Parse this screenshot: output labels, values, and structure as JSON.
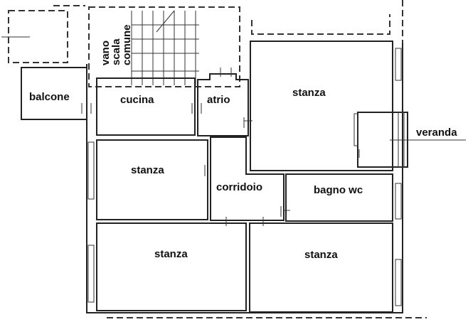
{
  "plan": {
    "rooms": {
      "balcone": "balcone",
      "cucina": "cucina",
      "atrio": "atrio",
      "stanza_top_right": "stanza",
      "veranda": "veranda",
      "stanza_mid_left": "stanza",
      "corridoio": "corridoio",
      "bagno": "bagno wc",
      "stanza_bottom_left": "stanza",
      "stanza_bottom_right": "stanza"
    },
    "stair": {
      "line1": "vano",
      "line2": "scala",
      "line3": "comune"
    }
  }
}
